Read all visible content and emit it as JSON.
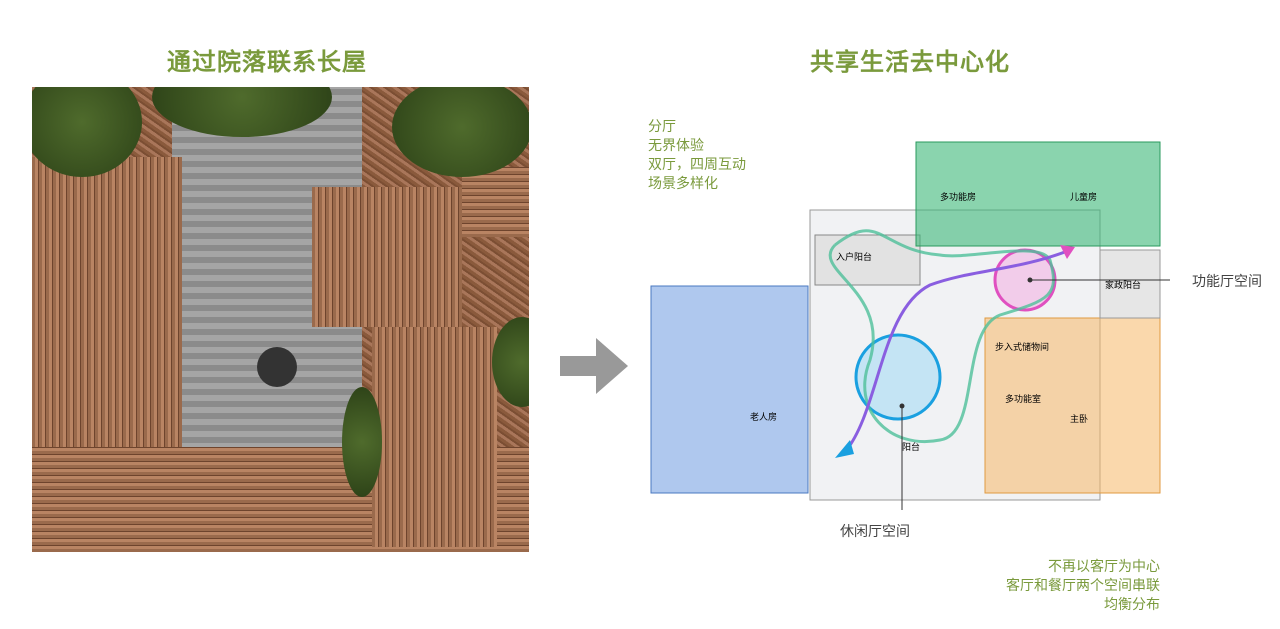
{
  "left": {
    "title": "通过院落联系长屋"
  },
  "right": {
    "title": "共享生活去中心化",
    "notes_top": [
      "分厅",
      "无界体验",
      "双厅，四周互动",
      "场景多样化"
    ],
    "notes_bottom": [
      "不再以客厅为中心",
      "客厅和餐厅两个空间串联",
      "均衡分布"
    ],
    "callouts": {
      "function_hall": "功能厅空间",
      "leisure_hall": "休闲厅空间"
    },
    "rooms": {
      "multi_room": "多功能房",
      "kids_room": "儿童房",
      "entry_balcony": "入户阳台",
      "service_balcony": "家政阳台",
      "elder_room": "老人房",
      "walk_in_storage": "步入式储物间",
      "multi_function": "多功能室",
      "master_bedroom": "主卧",
      "balcony": "阳台"
    }
  },
  "colors": {
    "accent": "#7a9a3c",
    "blue_zone": "#5b8fd6",
    "green_zone": "#2fae6a",
    "orange_zone": "#f0b060"
  }
}
